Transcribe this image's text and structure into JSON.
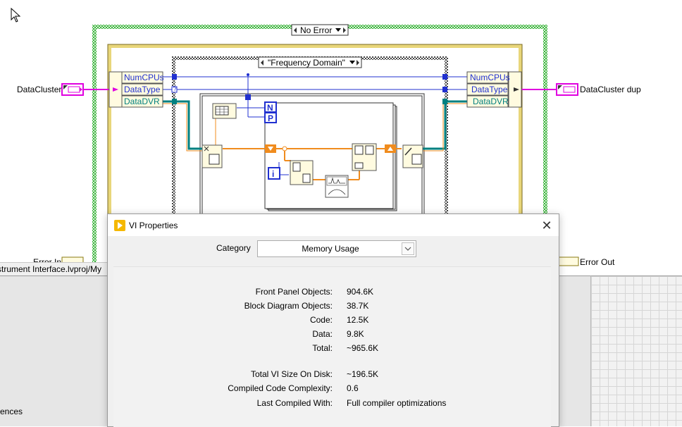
{
  "diagram": {
    "case_outer_label": "No Error",
    "case_inner_label": "\"Frequency Domain\"",
    "input_cluster_label": "DataCluster",
    "output_cluster_label": "DataCluster dup",
    "unbundle_fields": [
      "NumCPUs",
      "DataType",
      "DataDVR"
    ],
    "bundle_fields": [
      "NumCPUs",
      "DataType",
      "DataDVR"
    ],
    "n_terminal": "N",
    "p_terminal": "P",
    "i_terminal": "i",
    "error_in_label": "Error In",
    "error_out_label": "Error Out",
    "colors": {
      "case_border": "#3cb43c",
      "wire_blue": "#2030d0",
      "wire_orange": "#f08c1e",
      "wire_teal": "#008080",
      "cluster_pink": "#e000e0",
      "node_fill": "#fffbe0"
    }
  },
  "project_status": "strument Interface.lvproj/My",
  "bottom_label": "ences",
  "dialog": {
    "title": "VI Properties",
    "close_icon": "close-icon",
    "category_label": "Category",
    "category_value": "Memory Usage",
    "properties": [
      {
        "label": "Front Panel Objects:",
        "value": "904.6K"
      },
      {
        "label": "Block Diagram Objects:",
        "value": "38.7K"
      },
      {
        "label": "Code:",
        "value": "12.5K"
      },
      {
        "label": "Data:",
        "value": "9.8K"
      },
      {
        "label": "Total:",
        "value": "~965.6K"
      },
      {
        "label": "Total VI Size On Disk:",
        "value": "~196.5K"
      },
      {
        "label": "Compiled Code Complexity:",
        "value": "0.6"
      },
      {
        "label": "Last Compiled With:",
        "value": "Full compiler optimizations"
      }
    ]
  }
}
